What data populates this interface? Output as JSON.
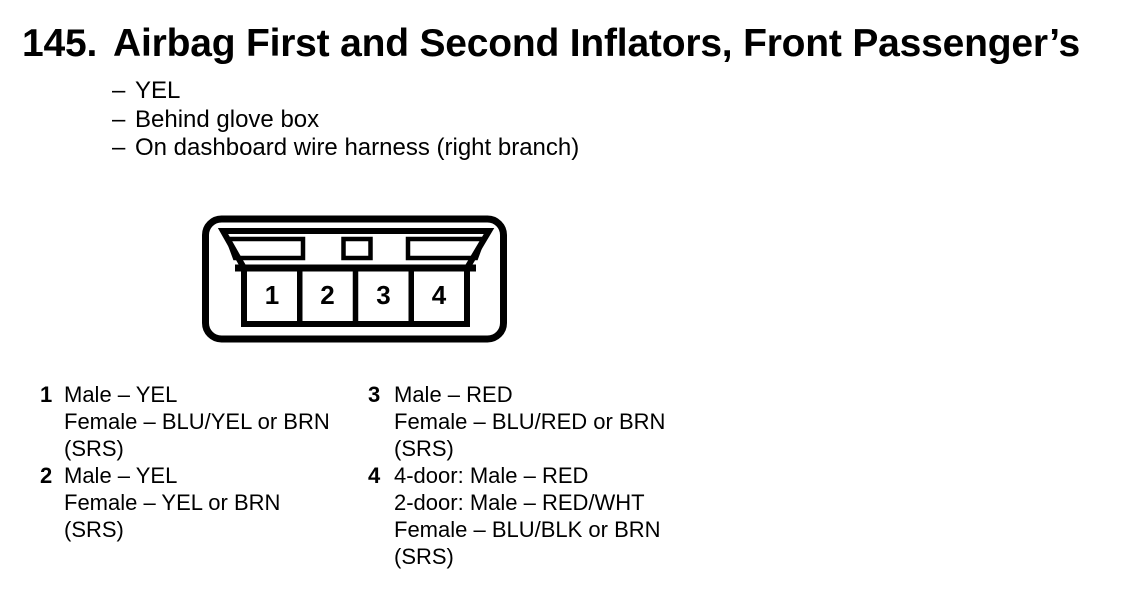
{
  "colors": {
    "ink": "#000000",
    "paper": "#ffffff"
  },
  "heading": {
    "number": "145.",
    "title": "Airbag First and Second Inflators, Front Passenger’s"
  },
  "details": {
    "marker": "–",
    "items": [
      "YEL",
      "Behind glove box",
      "On dashboard wire harness (right branch)"
    ]
  },
  "connector": {
    "description": "4-pin connector, front view",
    "pins": [
      "1",
      "2",
      "3",
      "4"
    ]
  },
  "legend": {
    "columns": [
      {
        "items": [
          {
            "pin": "1",
            "lines": [
              "Male – YEL",
              "Female – BLU/YEL or BRN",
              "(SRS)"
            ]
          },
          {
            "pin": "2",
            "lines": [
              "Male – YEL",
              "Female – YEL or BRN",
              "(SRS)"
            ]
          }
        ]
      },
      {
        "items": [
          {
            "pin": "3",
            "lines": [
              "Male – RED",
              "Female – BLU/RED or BRN",
              "(SRS)"
            ]
          },
          {
            "pin": "4",
            "lines": [
              "4-door: Male – RED",
              "2-door: Male – RED/WHT",
              "Female – BLU/BLK or BRN",
              "(SRS)"
            ]
          }
        ]
      }
    ]
  }
}
